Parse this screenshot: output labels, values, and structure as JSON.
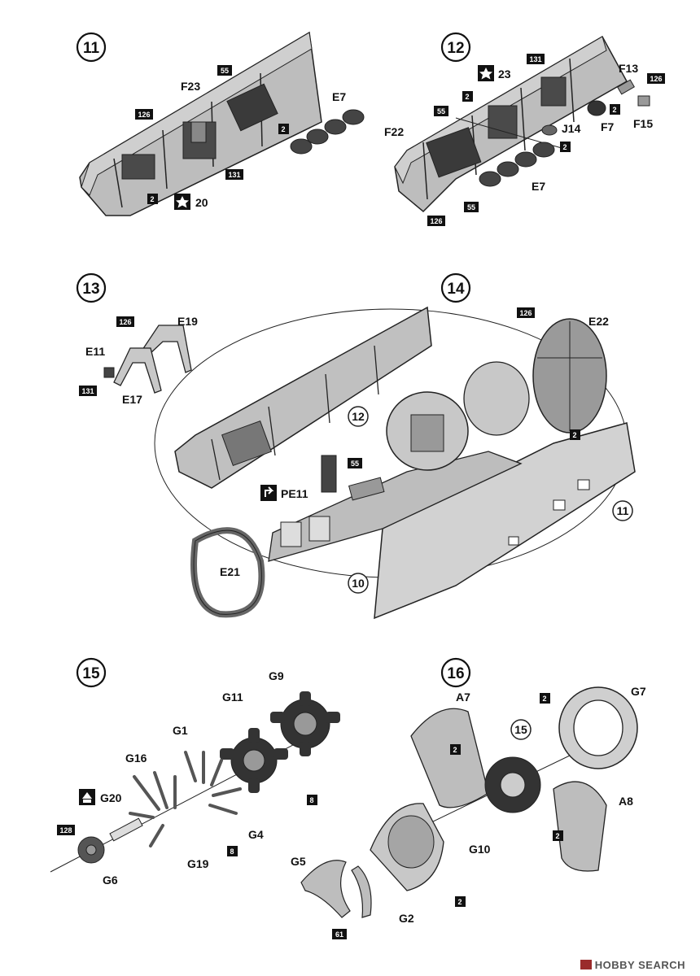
{
  "steps": [
    {
      "number": "11",
      "labels": [
        "F23",
        "E7"
      ],
      "badges": [
        "55",
        "126",
        "2",
        "131",
        "2"
      ],
      "star_ref": "20"
    },
    {
      "number": "12",
      "labels": [
        "F13",
        "F22",
        "F7",
        "J14",
        "F15",
        "E7"
      ],
      "badges": [
        "131",
        "2",
        "55",
        "2",
        "2",
        "126",
        "55",
        "126"
      ],
      "star_ref": "23"
    },
    {
      "number": "13",
      "labels": [
        "E19",
        "E11",
        "E17"
      ],
      "badges": [
        "126",
        "131"
      ]
    },
    {
      "number": "14",
      "labels": [
        "E22",
        "PE11",
        "E21"
      ],
      "badges": [
        "126",
        "55",
        "2"
      ],
      "subassembly_refs": [
        "12",
        "11",
        "10"
      ]
    },
    {
      "number": "15",
      "labels": [
        "G9",
        "G11",
        "G1",
        "G16",
        "G20",
        "G4",
        "G19",
        "G6"
      ],
      "badges": [
        "8",
        "128",
        "8"
      ]
    },
    {
      "number": "16",
      "labels": [
        "A7",
        "G7",
        "A8",
        "G5",
        "G10",
        "G2"
      ],
      "badges": [
        "2",
        "2",
        "2",
        "2",
        "61"
      ],
      "subassembly_refs": [
        "15"
      ]
    }
  ],
  "watermark": {
    "text": "HOBBY SEARCH"
  },
  "colors": {
    "part_fill": "#bdbdbd",
    "part_dark": "#4a4a4a",
    "line": "#222222",
    "badge": "#111111"
  }
}
